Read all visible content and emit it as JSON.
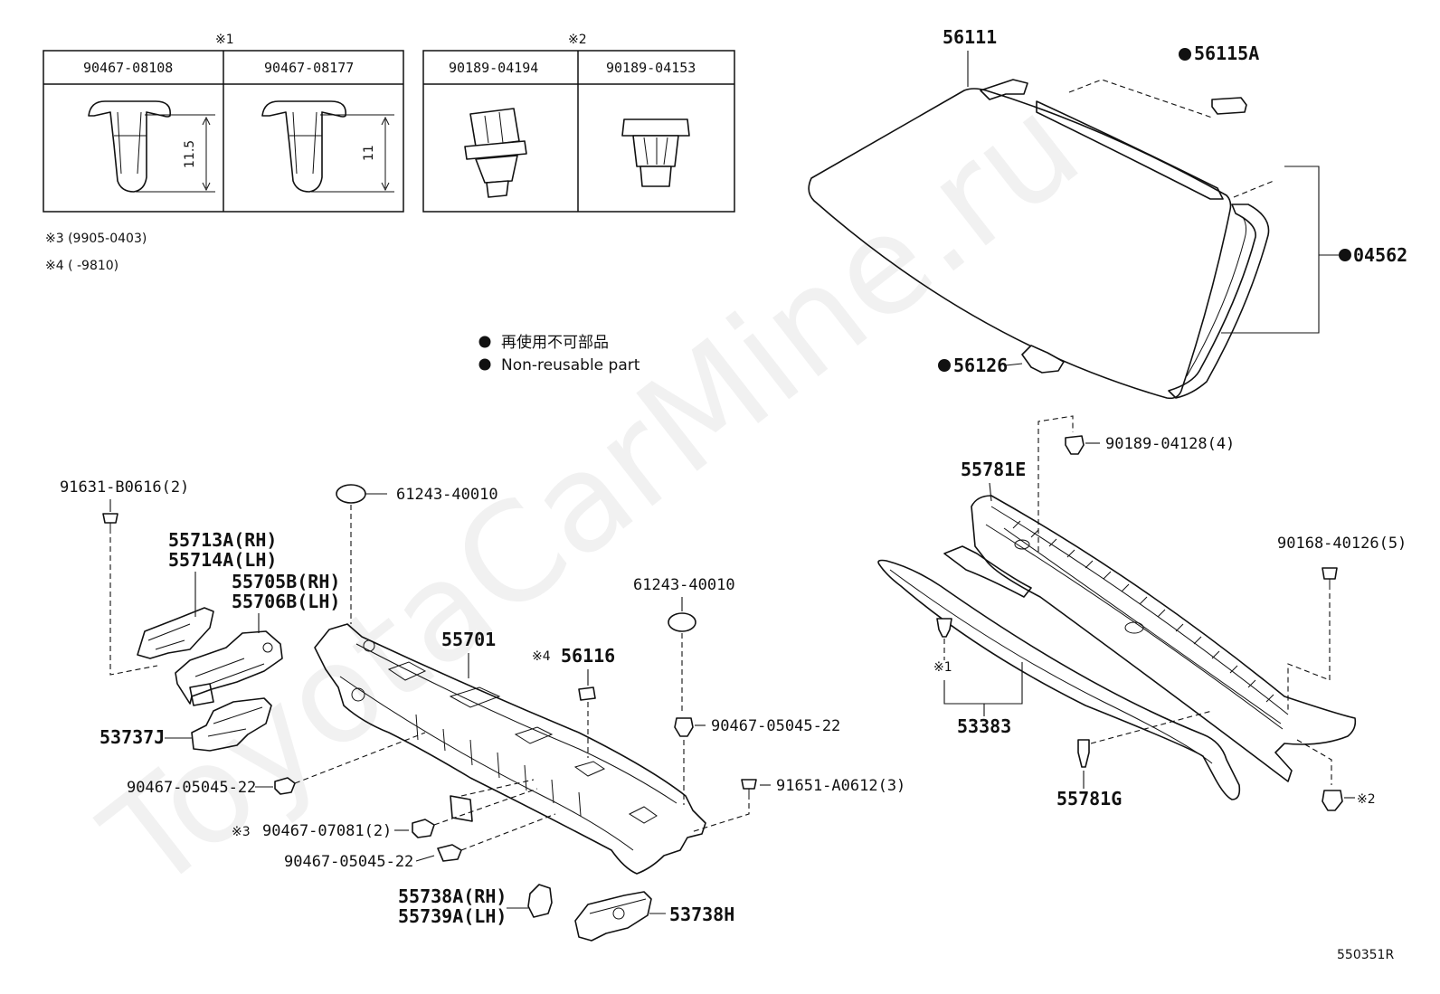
{
  "clip_tables": [
    {
      "marker": "※1",
      "columns": [
        {
          "part_no": "90467-08108",
          "dimension": "11.5"
        },
        {
          "part_no": "90467-08177",
          "dimension": "11"
        }
      ]
    },
    {
      "marker": "※2",
      "columns": [
        {
          "part_no": "90189-04194"
        },
        {
          "part_no": "90189-04153"
        }
      ]
    }
  ],
  "notes": [
    "※3 (9905-0403)",
    "※4 (      -9810)"
  ],
  "legend": {
    "jp": "再使用不可部品",
    "en": "Non-reusable part"
  },
  "labels": {
    "p56111": "56111",
    "p56115A": "56115A",
    "p04562": "04562",
    "p56126": "56126",
    "p90189_04128": "90189-04128(4)",
    "p55781E": "55781E",
    "p90168": "90168-40126(5)",
    "p53383": "53383",
    "p55781G": "55781G",
    "m1_right": "※1",
    "m2_right": "※2",
    "p91631": "91631-B0616(2)",
    "p55713A": "55713A(RH)",
    "p55714A": "55714A(LH)",
    "p55705B": "55705B(RH)",
    "p55706B": "55706B(LH)",
    "p53737J": "53737J",
    "p61243_a": "61243-40010",
    "p61243_b": "61243-40010",
    "p55701": "55701",
    "p56116": "56116",
    "m4": "※4",
    "p90467_05045_a": "90467-05045-22",
    "p90467_05045_b": "90467-05045-22",
    "p90467_05045_c": "90467-05045-22",
    "p91651": "91651-A0612(3)",
    "m3": "※3",
    "p90467_07081": "90467-07081(2)",
    "p55738A": "55738A(RH)",
    "p55739A": "55739A(LH)",
    "p53738H": "53738H",
    "ref": "550351R"
  },
  "watermark": "ToyotaCarMine.ru"
}
